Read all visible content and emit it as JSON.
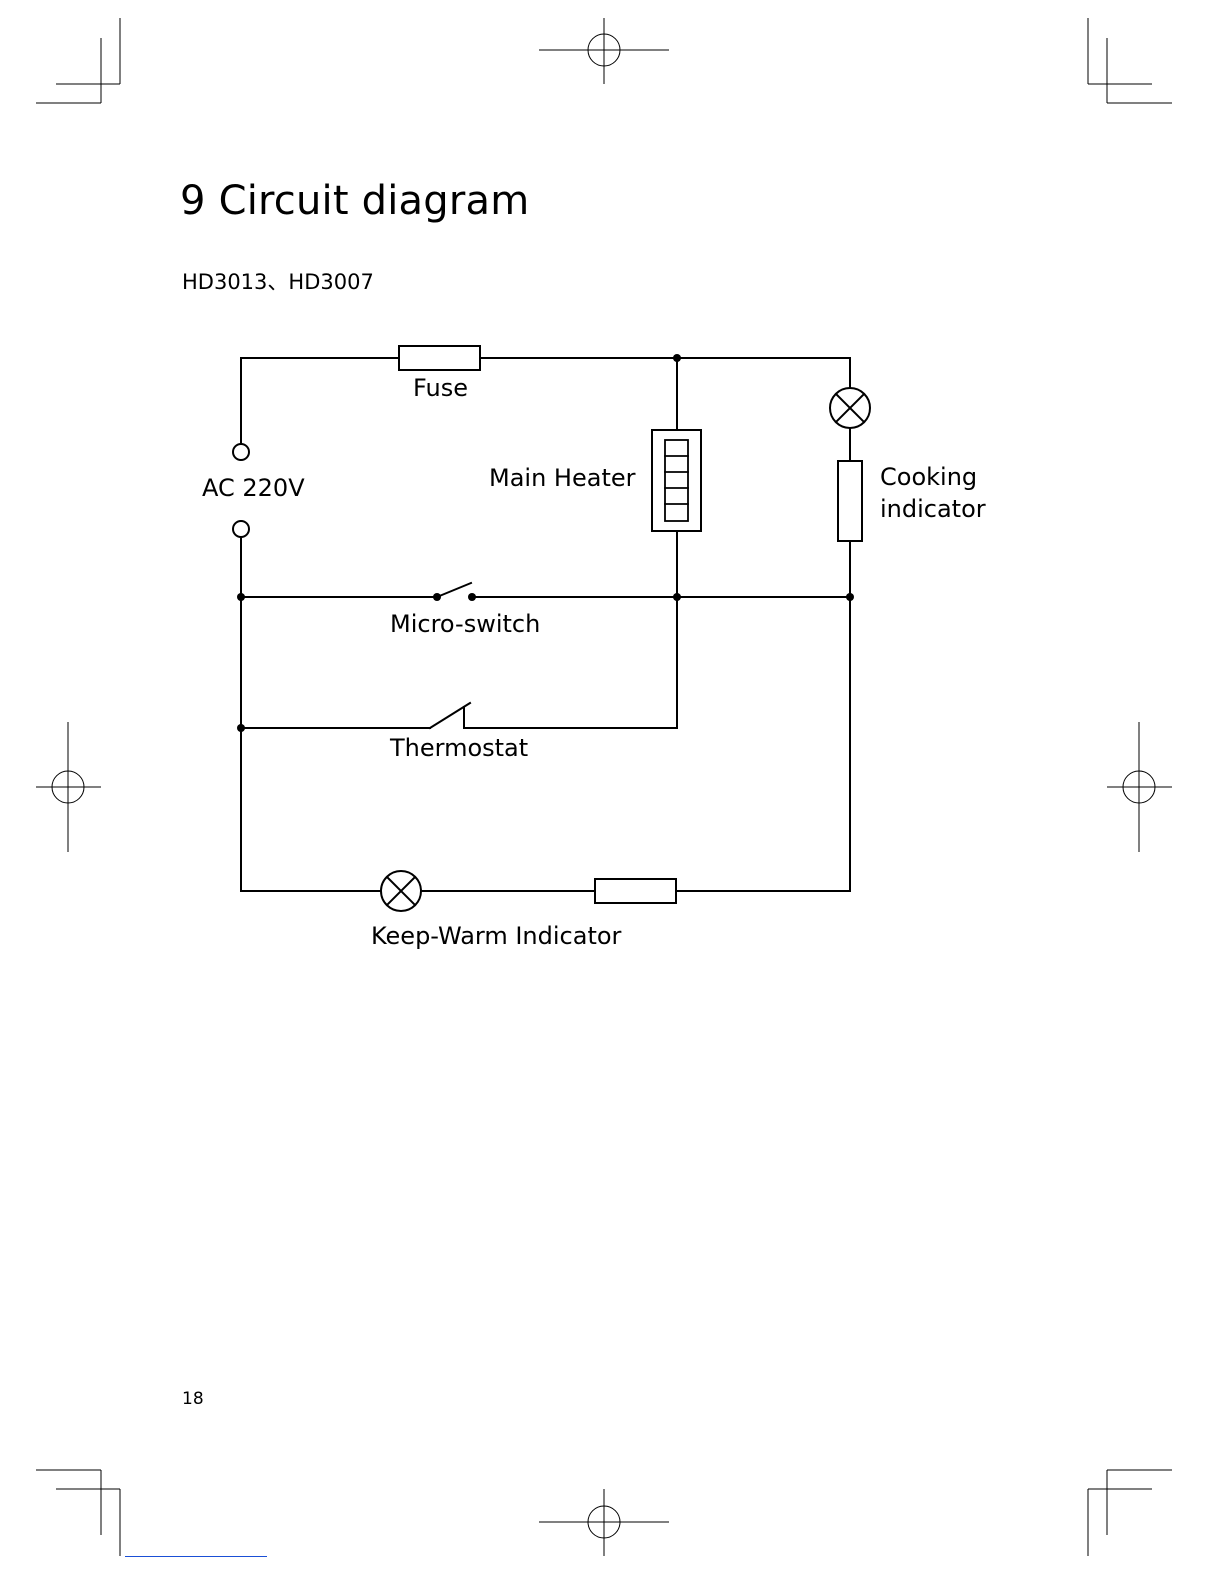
{
  "page": {
    "heading": "9 Circuit diagram",
    "models": "HD3013、HD3007",
    "page_number": "18",
    "accent_line_color": "#1a4fd6"
  },
  "circuit": {
    "fuse_label": "Fuse",
    "source_label": "AC 220V",
    "main_heater_label": "Main Heater",
    "cooking_indicator_line1": "Cooking",
    "cooking_indicator_line2": "indicator",
    "micro_switch_label": "Micro-switch",
    "thermostat_label": "Thermostat",
    "keep_warm_label": "Keep-Warm Indicator"
  }
}
